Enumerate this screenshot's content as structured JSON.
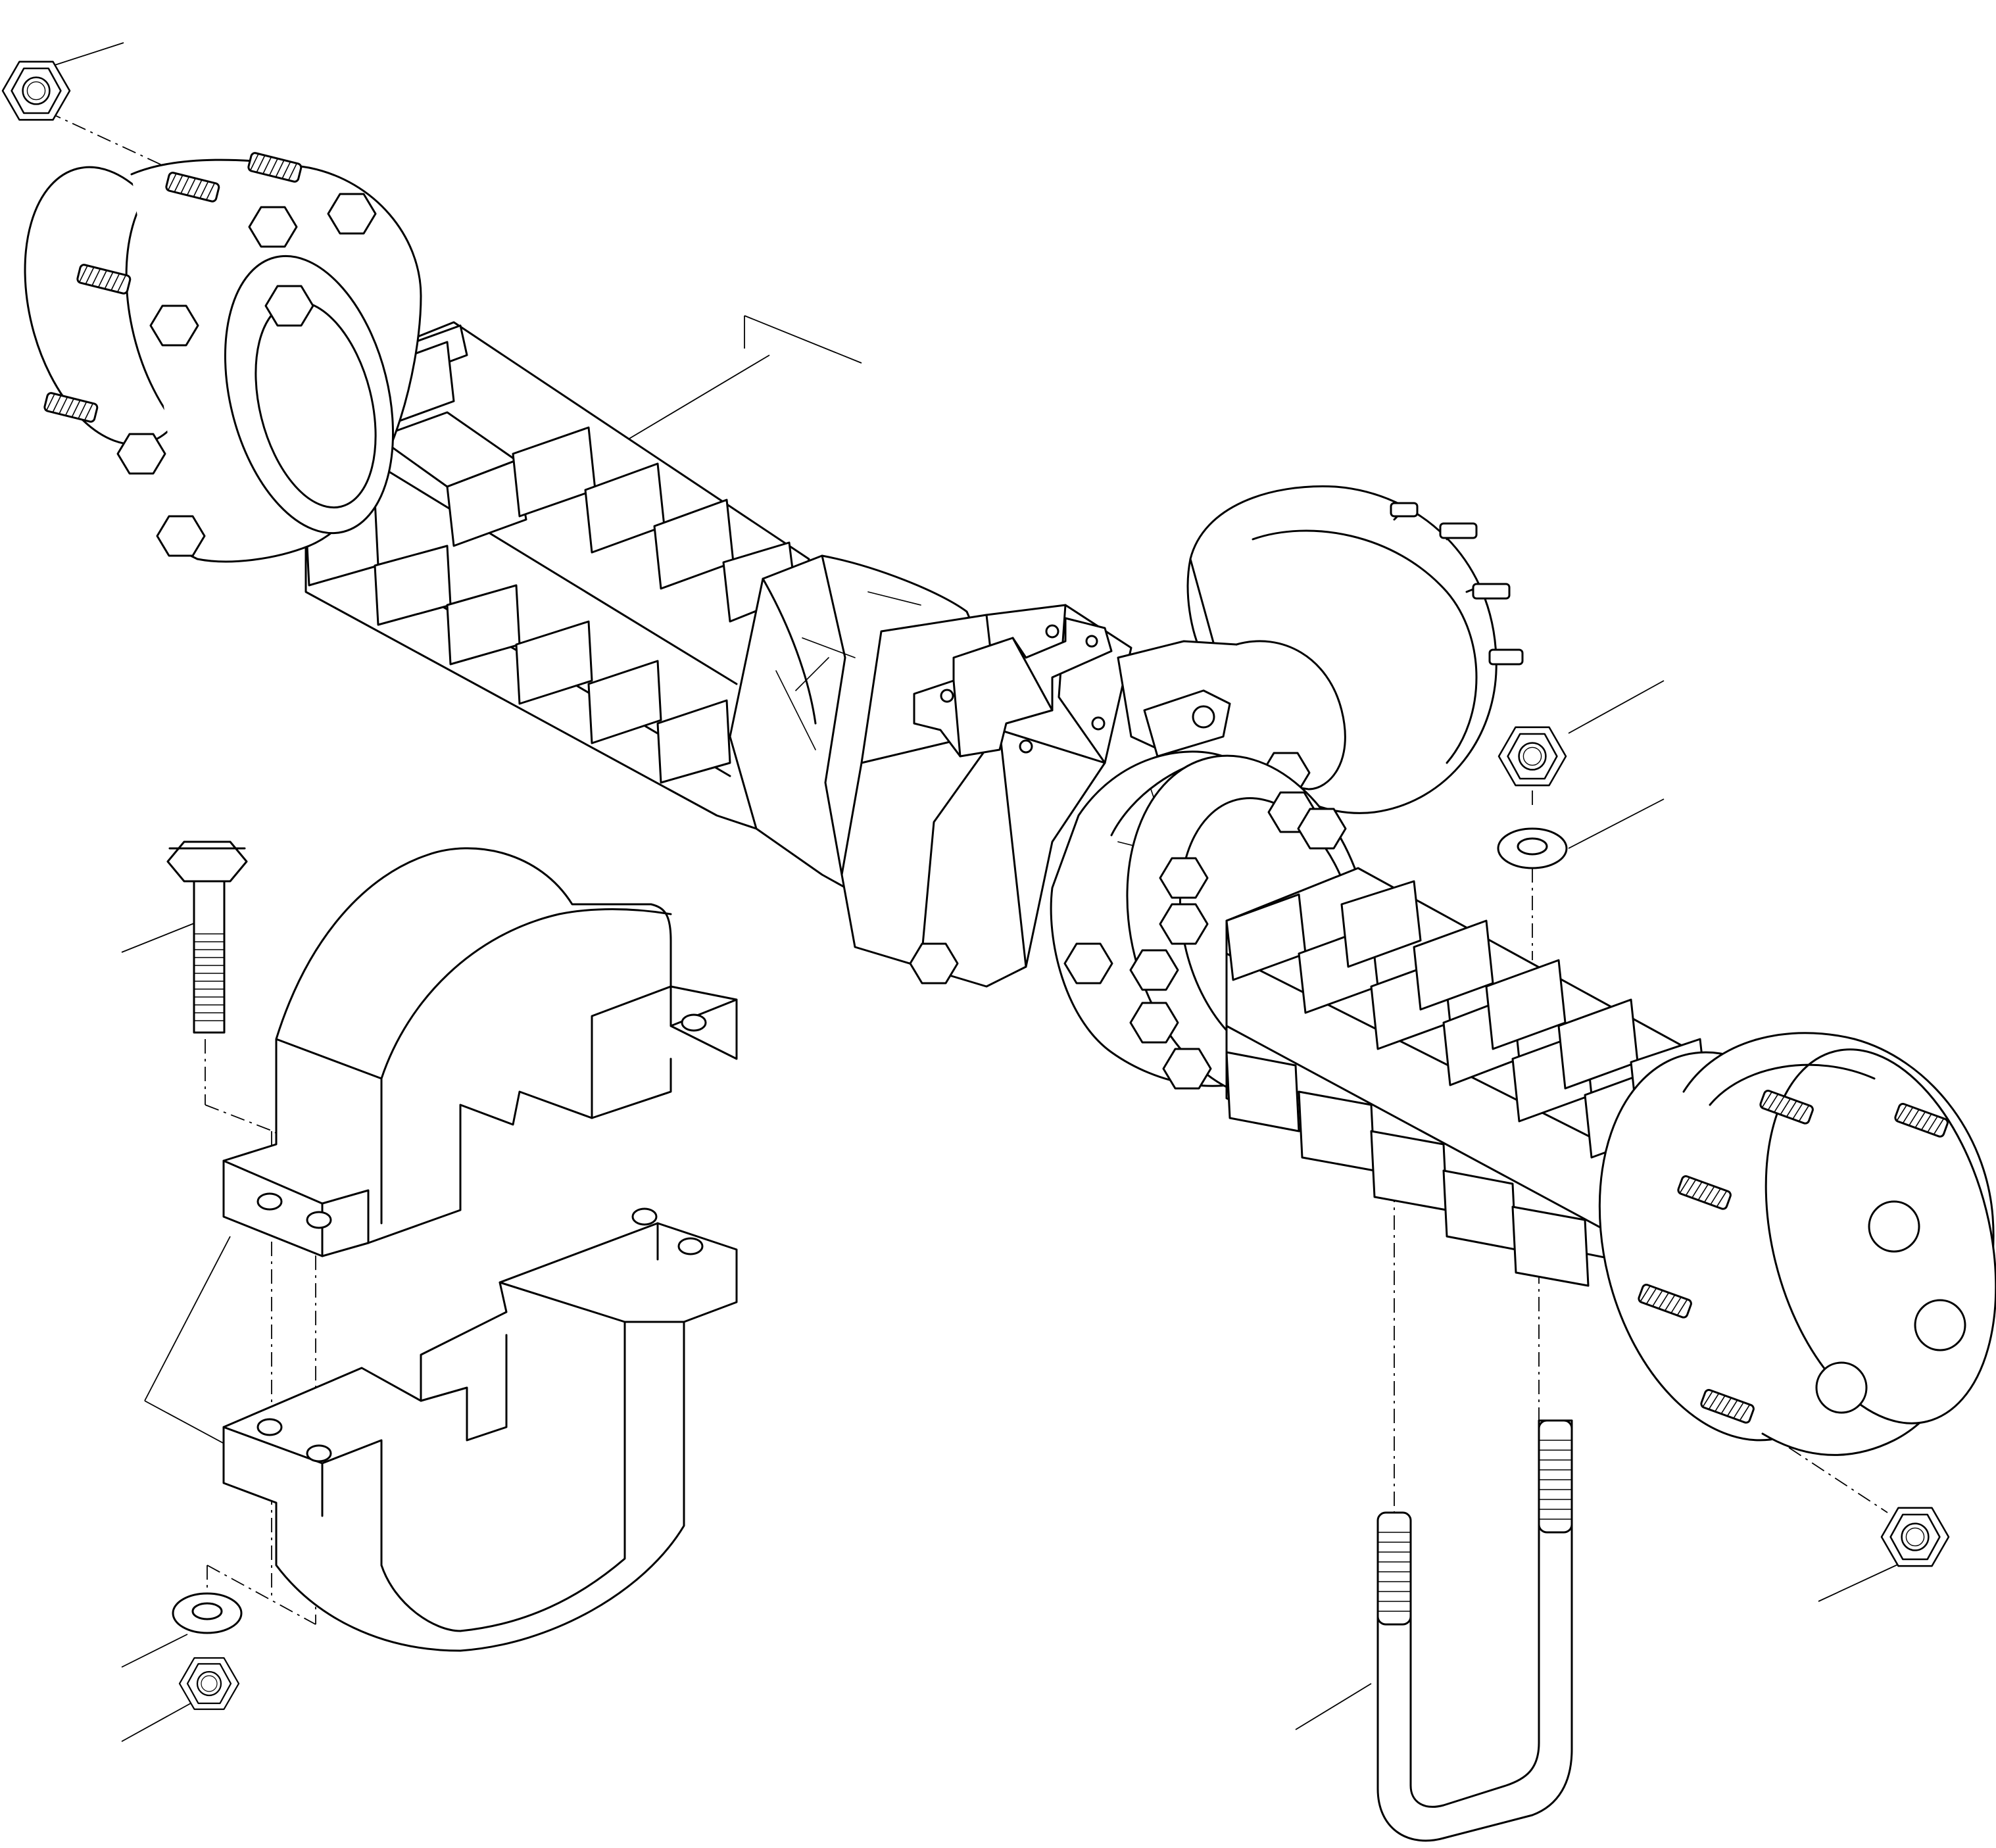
{
  "diagram": {
    "kind": "exploded-parts-view",
    "colors": {
      "line": "#000000",
      "background": "#ffffff"
    },
    "parts": [
      {
        "id": "axle-assembly",
        "icon": "rear-axle-icon"
      },
      {
        "id": "hub-nut-left",
        "icon": "hex-nut-icon"
      },
      {
        "id": "nut-right-upper",
        "icon": "hex-nut-icon"
      },
      {
        "id": "washer-right-upper",
        "icon": "washer-icon"
      },
      {
        "id": "hub-nut-right",
        "icon": "hex-nut-icon"
      },
      {
        "id": "clamp-bolt",
        "icon": "hex-bolt-icon"
      },
      {
        "id": "clamp-bracket-pair",
        "icon": "saddle-clamp-icon"
      },
      {
        "id": "washer-lower-left",
        "icon": "washer-icon"
      },
      {
        "id": "nut-lower-left",
        "icon": "hex-nut-icon"
      },
      {
        "id": "u-bolt",
        "icon": "u-bolt-icon"
      }
    ]
  }
}
